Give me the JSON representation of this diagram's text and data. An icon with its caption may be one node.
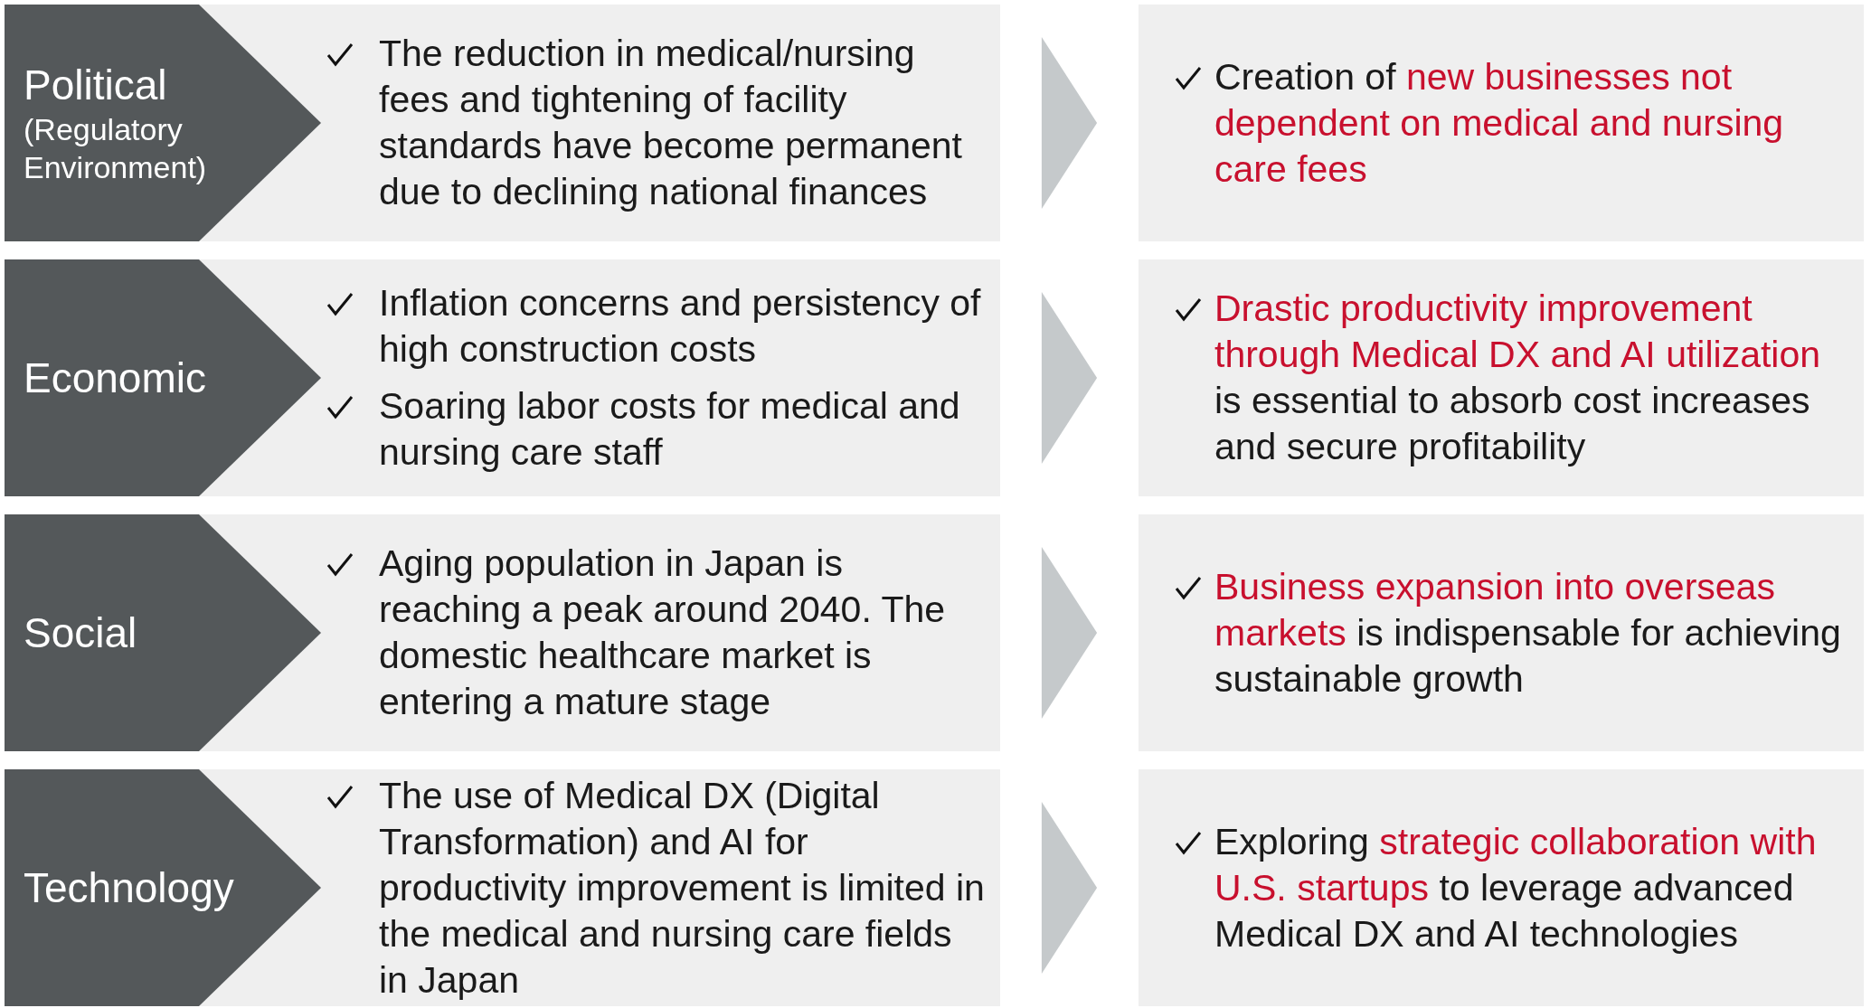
{
  "diagram": {
    "nodes": [
      {
        "text": [
          "The reduction in medical/nursing fees and tightening of facility standards have become permanent due to declining national finances"
        ]
      },
      {
        "text": [
          "Political",
          "(Regulatory Environment)"
        ],
        "in": 0
      },
      {
        "text": [
          "Creation of **new businesses not dependent on medical and nursing care fees**"
        ]
      },
      {
        "text": [
          "Inflation concerns and persistency of high construction costs",
          "Soaring labor costs for medical and nursing care staff"
        ]
      },
      {
        "text": [
          "Economic"
        ],
        "in": 3
      },
      {
        "text": [
          "**Drastic productivity improvement through Medical DX and AI utilization** is essential to absorb cost increases and secure profitability"
        ]
      },
      {
        "text": [
          "Aging population in Japan is reaching a peak around 2040. The domestic healthcare market is entering a mature stage"
        ]
      },
      {
        "text": [
          "Social"
        ],
        "in": 6
      },
      {
        "text": [
          "**Business expansion into overseas markets** is indispensable for achieving sustainable growth"
        ]
      },
      {
        "text": [
          "The use of Medical DX (Digital Transformation) and AI for productivity improvement is limited in the medical and nursing care fields in Japan"
        ]
      },
      {
        "text": [
          "Technology"
        ],
        "in": 9
      },
      {
        "text": [
          "Exploring **strategic collaboration with U.S. startups** to leverage advanced Medical DX and AI technologies"
        ]
      }
    ],
    "edges": [
      {
        "from": 0,
        "to": 2,
        "arrow": "to"
      },
      {
        "from": 3,
        "to": 5,
        "arrow": "to"
      },
      {
        "from": 6,
        "to": 8,
        "arrow": "to"
      },
      {
        "from": 9,
        "to": 11,
        "arrow": "to"
      }
    ]
  }
}
